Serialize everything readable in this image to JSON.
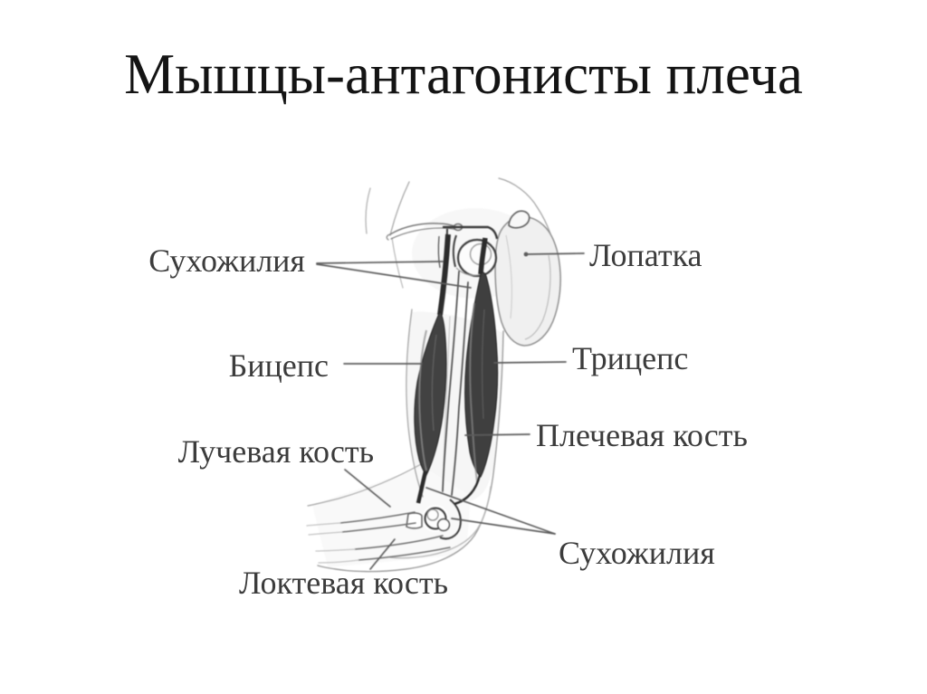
{
  "title": "Мышцы-антагонисты плеча",
  "labels": {
    "tendons_top": "Сухожилия",
    "scapula": "Лопатка",
    "biceps": "Бицепс",
    "triceps": "Трицепс",
    "radius_bone": "Лучевая кость",
    "humerus_bone": "Плечевая кость",
    "ulna_bone": "Локтевая кость",
    "tendons_bottom": "Сухожилия"
  },
  "colors": {
    "background": "#ffffff",
    "title_text": "#141414",
    "label_text": "#3c3c3c",
    "leader_line": "#5c5c5c",
    "muscle_fill": "#424242",
    "bone_outline": "#3e3e3e",
    "sketch_line": "#9a9a9a"
  }
}
